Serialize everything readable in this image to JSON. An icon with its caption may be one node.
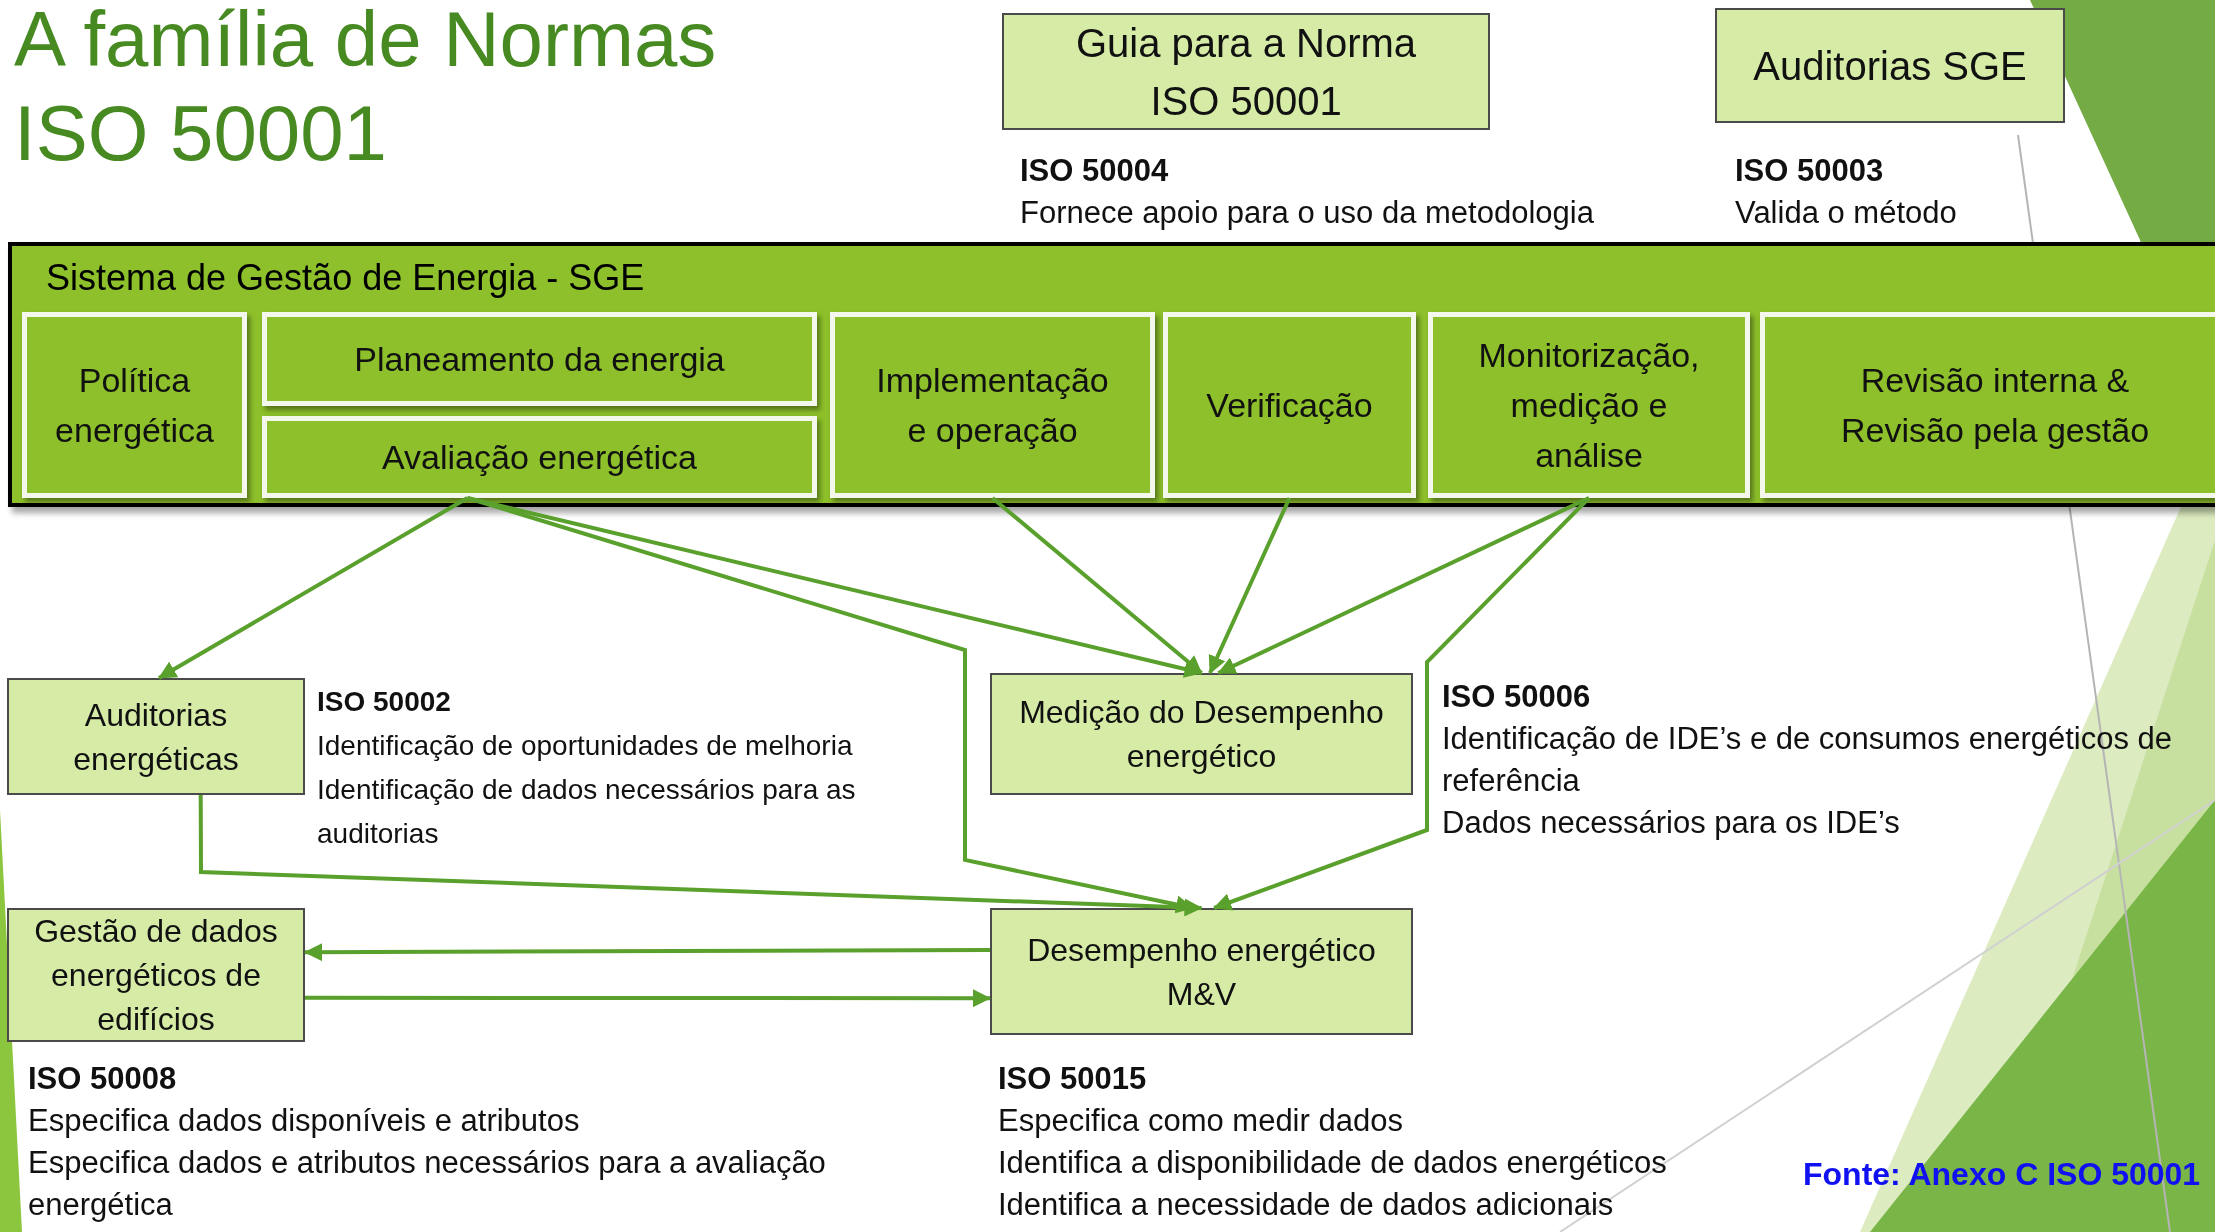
{
  "diagram": {
    "title": "A família de Normas ISO 50001",
    "nodes": [
      {
        "text": [
          "Guia para a Norma ISO 50001"
        ],
        "beside": [
          "ISO 50004",
          "Fornece apoio para o uso da metodologia"
        ]
      },
      {
        "text": [
          "Auditorias SGE"
        ],
        "beside": [
          "ISO 50003",
          "Valida o método"
        ]
      },
      {
        "text": [
          "Sistema de Gestão de Energia - SGE"
        ]
      },
      {
        "text": [
          "Política energética"
        ],
        "in": 2
      },
      {
        "text": [
          "Planeamento da energia"
        ],
        "in": 2
      },
      {
        "text": [
          "Avaliação energética"
        ],
        "in": 2
      },
      {
        "text": [
          "Implementação e operação"
        ],
        "in": 2
      },
      {
        "text": [
          "Verificação"
        ],
        "in": 2
      },
      {
        "text": [
          "Monitorização, medição e análise"
        ],
        "in": 2
      },
      {
        "text": [
          "Revisão interna & Revisão pela gestão"
        ],
        "in": 2
      },
      {
        "text": [
          "Auditorias energéticas"
        ],
        "beside": [
          "ISO 50002",
          "Identificação de oportunidades de melhoria",
          "Identificação de dados necessários para as auditorias"
        ]
      },
      {
        "text": [
          "Medição do Desempenho energético"
        ],
        "beside": [
          "ISO 50006",
          "Identificação de IDE’s e de consumos energéticos de referência",
          "Dados necessários para os IDE’s"
        ]
      },
      {
        "text": [
          "Gestão de dados energéticos de edifícios"
        ],
        "beside": [
          "ISO 50008",
          "Especifica dados disponíveis e atributos",
          "Especifica dados e atributos necessários para a avaliação energética"
        ]
      },
      {
        "text": [
          "Desempenho energético M&V"
        ],
        "beside": [
          "ISO 50015",
          "Especifica como medir dados",
          "Identifica a disponibilidade de dados energéticos",
          "Identifica a necessidade de dados adicionais"
        ]
      }
    ],
    "edges": [
      {
        "from": 5,
        "to": 10,
        "arrow": "to"
      },
      {
        "from": 5,
        "to": 11,
        "arrow": "to"
      },
      {
        "from": 5,
        "to": 13,
        "arrow": "to"
      },
      {
        "from": 6,
        "to": 11,
        "arrow": "to"
      },
      {
        "from": 7,
        "to": 11,
        "arrow": "to"
      },
      {
        "from": 8,
        "to": 11,
        "arrow": "to"
      },
      {
        "from": 8,
        "to": 13,
        "arrow": "to"
      },
      {
        "from": 10,
        "to": 13,
        "arrow": "to"
      },
      {
        "from": 13,
        "to": 12,
        "arrow": "to"
      },
      {
        "from": 12,
        "to": 13,
        "arrow": "to"
      }
    ],
    "labels": [
      "Fonte: Anexo C ISO 50001"
    ]
  }
}
